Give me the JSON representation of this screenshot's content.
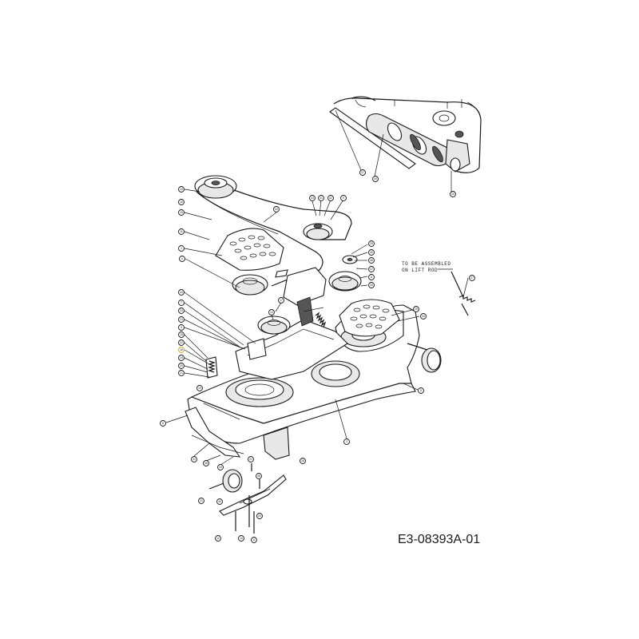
{
  "diagram": {
    "document_code": "E3-08393A-01",
    "assembly_note": [
      "TO BE ASSEMBLED",
      "ON LIFT ROD"
    ],
    "callouts": [
      "15",
      "16",
      "15",
      "11",
      "1",
      "4",
      "44",
      "7",
      "23",
      "13",
      "9",
      "18",
      "22",
      "16",
      "19",
      "30",
      "21",
      "19",
      "8",
      "43",
      "43",
      "41",
      "42",
      "9",
      "28",
      "35",
      "46",
      "47",
      "6",
      "26",
      "29",
      "34",
      "5",
      "3",
      "17",
      "14",
      "31",
      "38",
      "33",
      "28",
      "31",
      "40",
      "48",
      "21",
      "25",
      "12",
      "10",
      "11",
      "37",
      "49",
      "20",
      "27"
    ]
  }
}
